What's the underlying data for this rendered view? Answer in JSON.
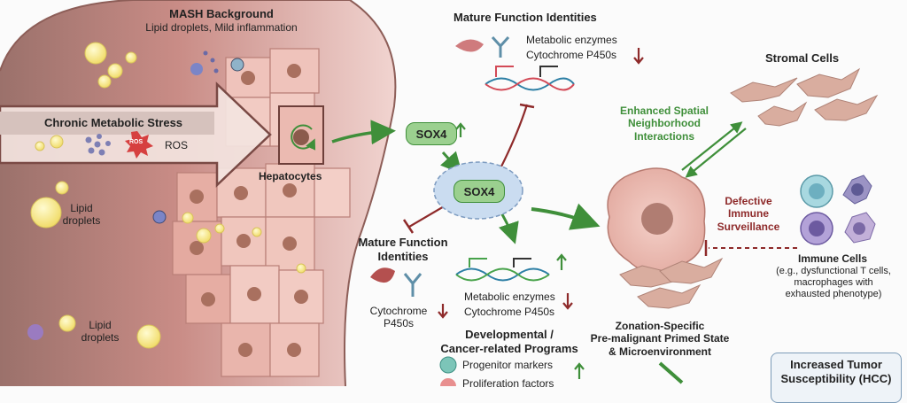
{
  "mash": {
    "title": "MASH Background",
    "subtitle": "Lipid droplets, Mild inflammation"
  },
  "stress": {
    "title": "Chronic Metabolic Stress",
    "ros_badge": "ROS",
    "ros_label": "ROS"
  },
  "lipid_labels": [
    {
      "line1": "Lipid",
      "line2": "droplets"
    },
    {
      "line1": "Lipid",
      "line2": "droplets"
    }
  ],
  "hepatocytes_label": "Hepatocytes",
  "sox4": {
    "label": "SOX4",
    "nucleus_label": "SOX4"
  },
  "mature_top": {
    "title": "Mature Function Identities",
    "line1": "Metabolic enzymes",
    "line2": "Cytochrome P450s"
  },
  "mature_left": {
    "title_line1": "Mature Function",
    "title_line2": "Identities",
    "cyp_line1": "Cytochrome",
    "cyp_line2": "P450s"
  },
  "center_genes": {
    "line1": "Metabolic enzymes",
    "line2": "Cytochrome P450s"
  },
  "developmental": {
    "title_line1": "Developmental /",
    "title_line2": "Cancer-related Programs",
    "item1": "Progenitor markers",
    "item2": "Proliferation factors"
  },
  "stromal_label": "Stromal Cells",
  "enhanced": {
    "line1": "Enhanced Spatial",
    "line2": "Neighborhood",
    "line3": "Interactions"
  },
  "defective": {
    "line1": "Defective",
    "line2": "Immune",
    "line3": "Surveillance"
  },
  "immune": {
    "title": "Immune Cells",
    "line1": "(e.g., dysfunctional T cells,",
    "line2": "macrophages with",
    "line3": "exhausted phenotype)"
  },
  "zonation": {
    "line1": "Zonation-Specific",
    "line2": "Pre-malignant Primed State",
    "line3": "& Microenvironment"
  },
  "hcc": {
    "line1": "Increased Tumor",
    "line2": "Susceptibility (HCC)"
  },
  "colors": {
    "green": "#3f8f3a",
    "dark_red": "#8e2a2a",
    "liver": "#c98a84",
    "pill": "#9bd08f",
    "nucleus": "#c8d8ec"
  }
}
